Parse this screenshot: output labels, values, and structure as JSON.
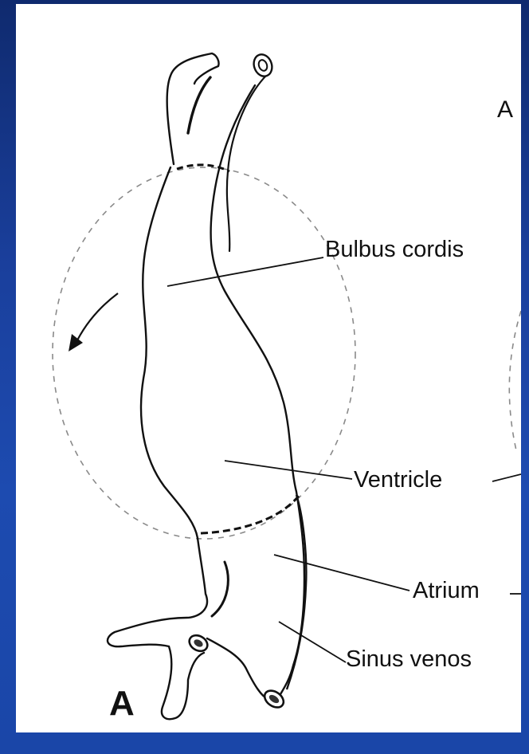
{
  "slide": {
    "panel_letter": "A",
    "second_panel_letter_fragment": "A",
    "labels": {
      "bulbus_cordis": "Bulbus cordis",
      "ventricle": "Ventricle",
      "atrium": "Atrium",
      "sinus_venosus": "Sinus venos"
    },
    "colors": {
      "background": "#1a3f9c",
      "paper": "#ffffff",
      "ink": "#111111",
      "dashed_circle": "#8a8a8a"
    }
  }
}
